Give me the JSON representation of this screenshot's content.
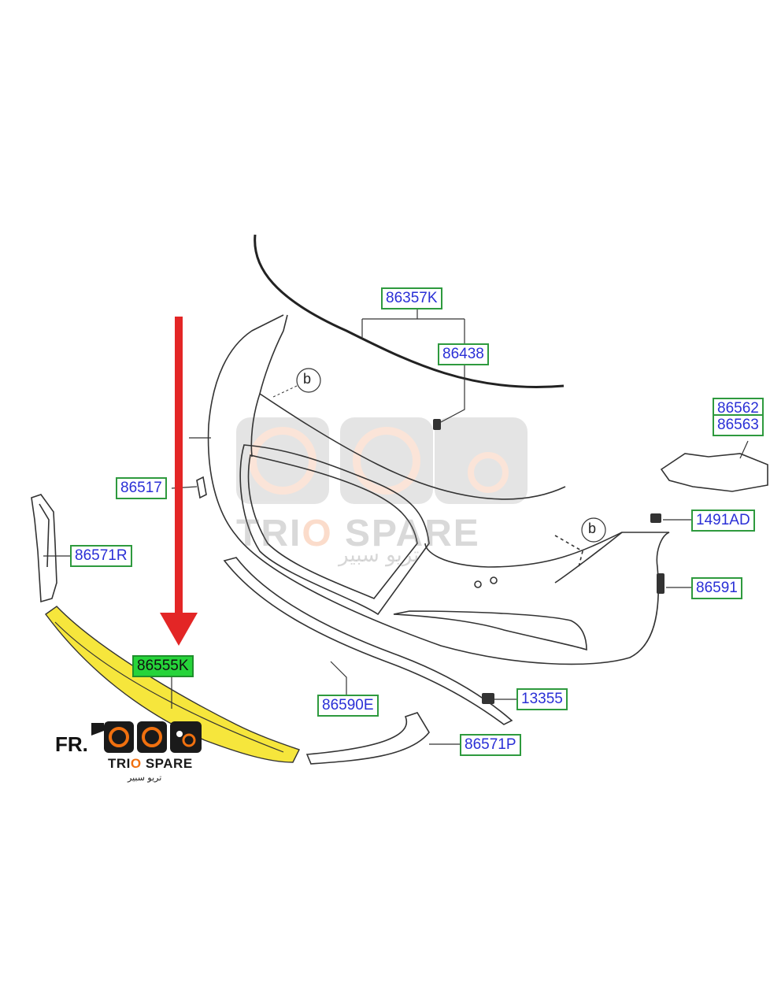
{
  "labels": {
    "p86357K": "86357K",
    "p86438": "86438",
    "p86562": "86562",
    "p86563": "86563",
    "p86517": "86517",
    "p1491AD": "1491AD",
    "p86571R": "86571R",
    "p86591": "86591",
    "p86555K": "86555K",
    "p86590E": "86590E",
    "p13355": "13355",
    "p86571P": "86571P"
  },
  "callouts": {
    "b": "b"
  },
  "direction_label": "FR.",
  "brand": {
    "name_part1": "TRI",
    "name_o": "O",
    "name_part2": " SPARE",
    "name_ar": "تريو سبير"
  },
  "watermark": {
    "name_part1": "TRI",
    "name_o": "O",
    "name_part2": " SPARE",
    "name_ar": "تريو سبير"
  },
  "colors": {
    "label_border": "#2e9a3e",
    "label_text": "#2a2fd6",
    "highlight_label": "#26d43a",
    "highlight_part": "#f5e21a",
    "arrow": "#e32626",
    "logo_orange": "#f0700f"
  }
}
